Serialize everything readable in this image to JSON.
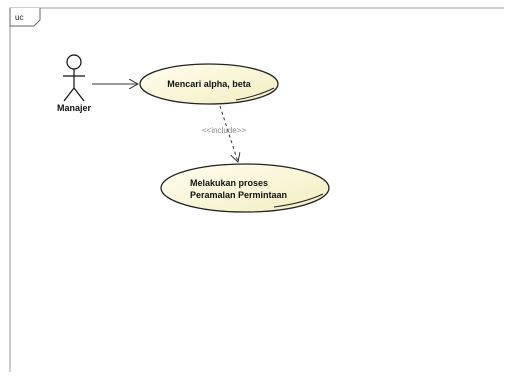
{
  "frame": {
    "tag": "uc"
  },
  "actor": {
    "name": "Manajer"
  },
  "use_cases": [
    {
      "label_lines": [
        "Mencari alpha, beta"
      ]
    },
    {
      "label_lines": [
        "Melakukan proses",
        "Peramalan Permintaan"
      ]
    }
  ],
  "relations": [
    {
      "type": "association",
      "from": "Manajer",
      "to": "Mencari alpha, beta"
    },
    {
      "type": "include",
      "label": "<<include>>",
      "from": "Mencari alpha, beta",
      "to": "Melakukan proses Peramalan Permintaan"
    }
  ],
  "colors": {
    "use_case_fill": "#fbf7d2",
    "use_case_stroke": "#222222",
    "frame_stroke": "#9a9a9a",
    "line": "#333333"
  }
}
